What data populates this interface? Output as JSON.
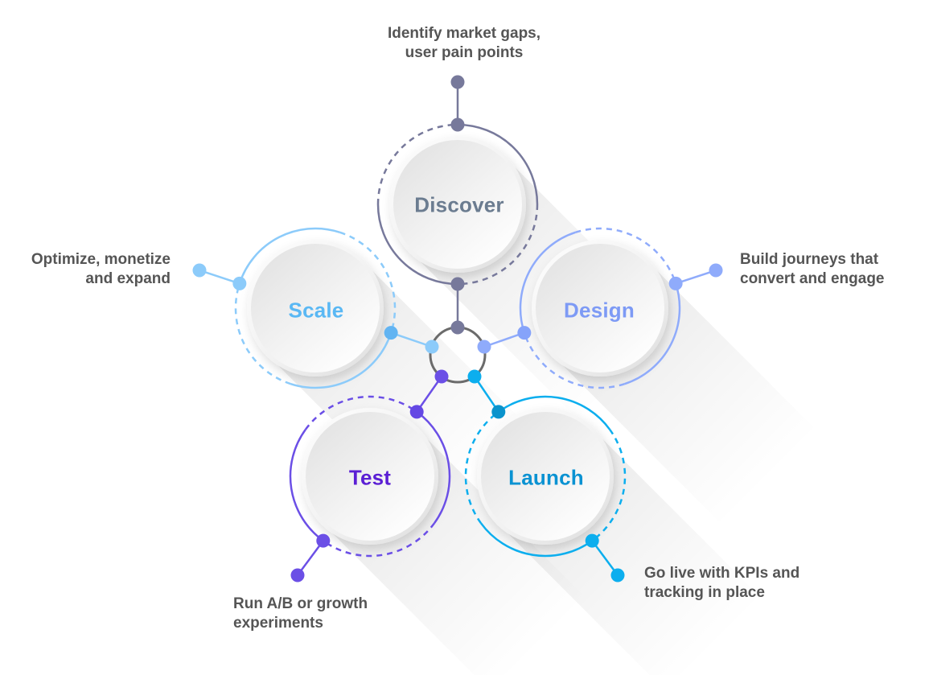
{
  "description_color": "#555555",
  "hub": {
    "color": "#6b6b6b"
  },
  "stages": [
    {
      "id": "discover",
      "title": "Discover",
      "description": [
        "Identify market gaps,",
        "user pain points"
      ],
      "color": "#77799b",
      "accent": "#77799b",
      "title_color": "#6b7c90"
    },
    {
      "id": "design",
      "title": "Design",
      "description": [
        "Build journeys that",
        "convert and engage"
      ],
      "color": "#8fabfb",
      "accent": "#86a3fa",
      "title_color": "#7d9af5"
    },
    {
      "id": "launch",
      "title": "Launch",
      "description": [
        "Go live with KPIs and",
        "tracking in place"
      ],
      "color": "#0caeee",
      "accent": "#0a93cc",
      "title_color": "#0a92d2"
    },
    {
      "id": "test",
      "title": "Test",
      "description": [
        "Run A/B or growth",
        "experiments"
      ],
      "color": "#6b4fe6",
      "accent": "#6448e4",
      "title_color": "#5b1fd4"
    },
    {
      "id": "scale",
      "title": "Scale",
      "description": [
        "Optimize, monetize",
        "and expand"
      ],
      "color": "#8ccbfa",
      "accent": "#62b4f2",
      "title_color": "#5ab8f4"
    }
  ]
}
